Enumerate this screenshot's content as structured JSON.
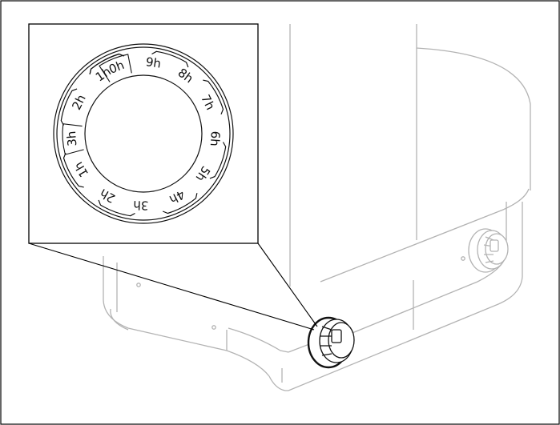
{
  "figure": {
    "frame_color": "#000000",
    "line_color": "#b3b3b3",
    "ink_color": "#111111"
  },
  "dial": {
    "labels": [
      "0h",
      "9h",
      "8h",
      "7h",
      "6h",
      "5h",
      "4h",
      "3h",
      "2h",
      "1h",
      "3h",
      "2h",
      "1h"
    ],
    "highlighted_labels": [
      "0h",
      "3h"
    ]
  }
}
